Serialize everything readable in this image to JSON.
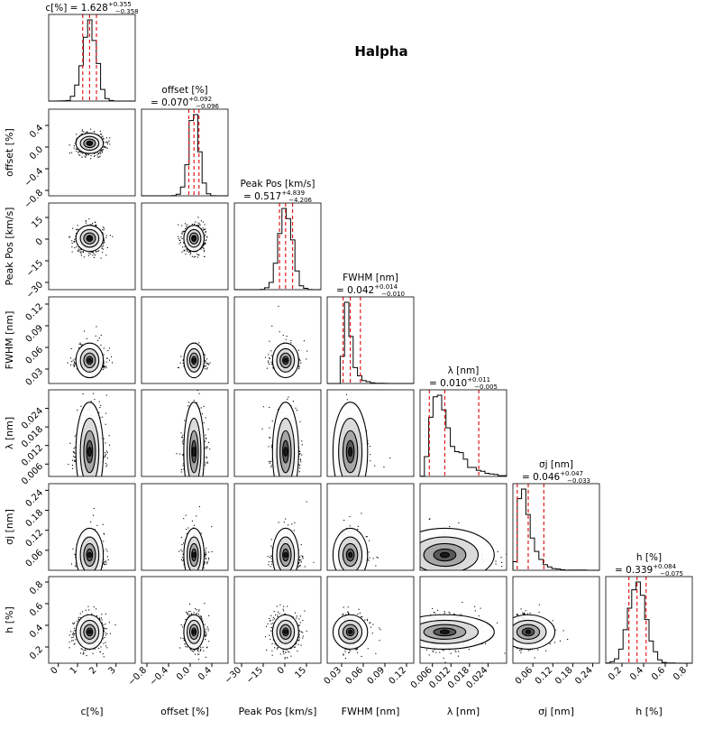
{
  "figure_title": "Halpha",
  "chart_data": {
    "type": "corner",
    "title": "Halpha",
    "grid": false,
    "colors": {
      "hist": "#000000",
      "quantile": "#e41a1c",
      "density": "#000000"
    },
    "parameters": [
      {
        "key": "c",
        "label": "c[%]",
        "unit_label": "c[%]",
        "title_name": "c[%]",
        "median_text": "1.628",
        "plus_text": "+0.355",
        "minus_text": "−0.358",
        "median": 1.628,
        "plus": 0.355,
        "minus": 0.358,
        "range": [
          -0.5,
          4.0
        ],
        "ticks": [
          0,
          1,
          2,
          3
        ],
        "tick_labels": [
          "0",
          "1",
          "2",
          "3"
        ]
      },
      {
        "key": "offset",
        "label": "offset [%]",
        "unit_label": "offset [%]",
        "title_name": "offset [%]",
        "median_text": "0.070",
        "plus_text": "+0.092",
        "minus_text": "−0.096",
        "median": 0.07,
        "plus": 0.092,
        "minus": 0.096,
        "range": [
          -0.9,
          0.7
        ],
        "ticks": [
          -0.8,
          -0.4,
          0.0,
          0.4
        ],
        "tick_labels": [
          "−0.8",
          "−0.4",
          "0.0",
          "0.4"
        ]
      },
      {
        "key": "peakpos",
        "label": "Peak Pos [km/s]",
        "unit_label": "Peak Pos [km/s]",
        "title_name": "Peak Pos [km/s]",
        "median_text": "0.517",
        "plus_text": "+4.839",
        "minus_text": "−4.206",
        "median": 0.517,
        "plus": 4.839,
        "minus": 4.206,
        "range": [
          -35,
          25
        ],
        "ticks": [
          -30,
          -15,
          0,
          15
        ],
        "tick_labels": [
          "−30",
          "−15",
          "0",
          "15"
        ]
      },
      {
        "key": "fwhm",
        "label": "FWHM [nm]",
        "unit_label": "FWHM [nm]",
        "title_name": "FWHM [nm]",
        "median_text": "0.042",
        "plus_text": "+0.014",
        "minus_text": "−0.010",
        "median": 0.042,
        "plus": 0.014,
        "minus": 0.01,
        "range": [
          0.01,
          0.13
        ],
        "ticks": [
          0.03,
          0.06,
          0.09,
          0.12
        ],
        "tick_labels": [
          "0.03",
          "0.06",
          "0.09",
          "0.12"
        ]
      },
      {
        "key": "lambda",
        "label": "λ [nm]",
        "unit_label": "λ [nm]",
        "title_name": "λ [nm]",
        "median_text": "0.010",
        "plus_text": "+0.011",
        "minus_text": "−0.005",
        "median": 0.01,
        "plus": 0.011,
        "minus": 0.005,
        "range": [
          0.002,
          0.03
        ],
        "ticks": [
          0.006,
          0.012,
          0.018,
          0.024
        ],
        "tick_labels": [
          "0.006",
          "0.012",
          "0.018",
          "0.024"
        ]
      },
      {
        "key": "sigma",
        "label": "σj [nm]",
        "unit_label": "σj [nm]",
        "title_name": "σj [nm]",
        "median_text": "0.046",
        "plus_text": "+0.047",
        "minus_text": "−0.033",
        "median": 0.046,
        "plus": 0.047,
        "minus": 0.033,
        "range": [
          0.0,
          0.26
        ],
        "ticks": [
          0.06,
          0.12,
          0.18,
          0.24
        ],
        "tick_labels": [
          "0.06",
          "0.12",
          "0.18",
          "0.24"
        ]
      },
      {
        "key": "h",
        "label": "h [%]",
        "unit_label": "h [%]",
        "title_name": "h [%]",
        "median_text": "0.339",
        "plus_text": "+0.084",
        "minus_text": "−0.075",
        "median": 0.339,
        "plus": 0.084,
        "minus": 0.075,
        "range": [
          0.05,
          0.85
        ],
        "ticks": [
          0.2,
          0.4,
          0.6,
          0.8
        ],
        "tick_labels": [
          "0.2",
          "0.4",
          "0.6",
          "0.8"
        ]
      }
    ]
  }
}
